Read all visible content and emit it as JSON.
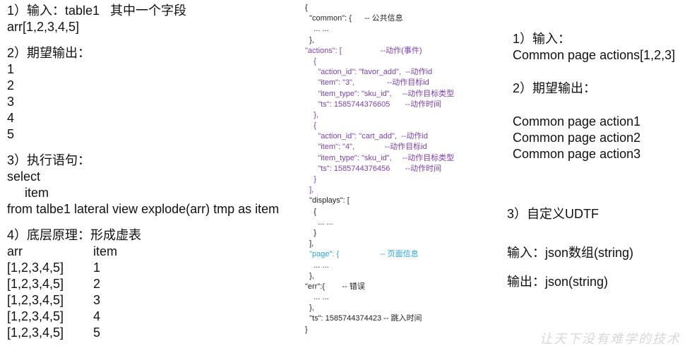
{
  "left": {
    "s1_title": "1）输入：table1   其中一个字段",
    "s1_value": "arr[1,2,3,4,5]",
    "s2_title": "2）期望输出：",
    "s2_values": [
      "1",
      "2",
      "3",
      "4",
      "5"
    ],
    "s3_title": "3）执行语句：",
    "s3_lines": [
      "select",
      "     item",
      "from talbe1 lateral view explode(arr) tmp as item"
    ],
    "s4_title": "4）底层原理：形成虚表",
    "table": {
      "headers": [
        "arr",
        "item"
      ],
      "rows": [
        [
          "[1,2,3,4,5]",
          "1"
        ],
        [
          "[1,2,3,4,5]",
          "2"
        ],
        [
          "[1,2,3,4,5]",
          "3"
        ],
        [
          "[1,2,3,4,5]",
          "4"
        ],
        [
          "[1,2,3,4,5]",
          "5"
        ]
      ]
    }
  },
  "code": {
    "lines": [
      {
        "t": "{",
        "c": ""
      },
      {
        "t": "  \"common\": {      -- 公共信息",
        "c": ""
      },
      {
        "t": "    ... ...",
        "c": ""
      },
      {
        "t": "  },",
        "c": ""
      },
      {
        "t": "\"actions\": [                  --动作(事件)",
        "c": "purple"
      },
      {
        "t": "    {",
        "c": "purple"
      },
      {
        "t": "      \"action_id\": \"favor_add\",  --动作id",
        "c": "purple"
      },
      {
        "t": "      \"item\": \"3\",               --动作目标id",
        "c": "purple"
      },
      {
        "t": "      \"item_type\": \"sku_id\",     --动作目标类型",
        "c": "purple"
      },
      {
        "t": "      \"ts\": 1585744376605       --动作时间",
        "c": "purple"
      },
      {
        "t": "    },",
        "c": "purple"
      },
      {
        "t": "    {",
        "c": "purple"
      },
      {
        "t": "      \"action_id\": \"cart_add\",  --动作id",
        "c": "purple"
      },
      {
        "t": "      \"item\": \"4\",              --动作目标id",
        "c": "purple"
      },
      {
        "t": "      \"item_type\": \"sku_id\",     --动作目标类型",
        "c": "purple"
      },
      {
        "t": "      \"ts\": 1585744376456       --动作时间",
        "c": "purple"
      },
      {
        "t": "    }",
        "c": "purple"
      },
      {
        "t": "  ],",
        "c": "purple"
      },
      {
        "t": "  \"displays\": [",
        "c": ""
      },
      {
        "t": "    {",
        "c": ""
      },
      {
        "t": "      ... ...",
        "c": ""
      },
      {
        "t": "    }",
        "c": ""
      },
      {
        "t": "  ],",
        "c": ""
      },
      {
        "t": "  \"page\": {                   -- 页面信息",
        "c": "blue"
      },
      {
        "t": "    ... ...",
        "c": ""
      },
      {
        "t": "  },",
        "c": ""
      },
      {
        "t": "\"err\":{        -- 错误",
        "c": ""
      },
      {
        "t": "    ... ...",
        "c": ""
      },
      {
        "t": "  },",
        "c": ""
      },
      {
        "t": "  \"ts\": 1585744374423 -- 跳入时间",
        "c": ""
      },
      {
        "t": "}",
        "c": ""
      }
    ]
  },
  "right": {
    "r1_title": "1）输入：",
    "r1_value": "Common page actions[1,2,3]",
    "r2_title": "2）期望输出：",
    "r2_values": [
      "Common page action1",
      "Common page action2",
      "Common page action3"
    ],
    "r3_title": "3）自定义UDTF",
    "r3_input": "输入：json数组(string)",
    "r3_output": "输出：json(string)"
  },
  "watermark": "让天下没有难学的技术"
}
